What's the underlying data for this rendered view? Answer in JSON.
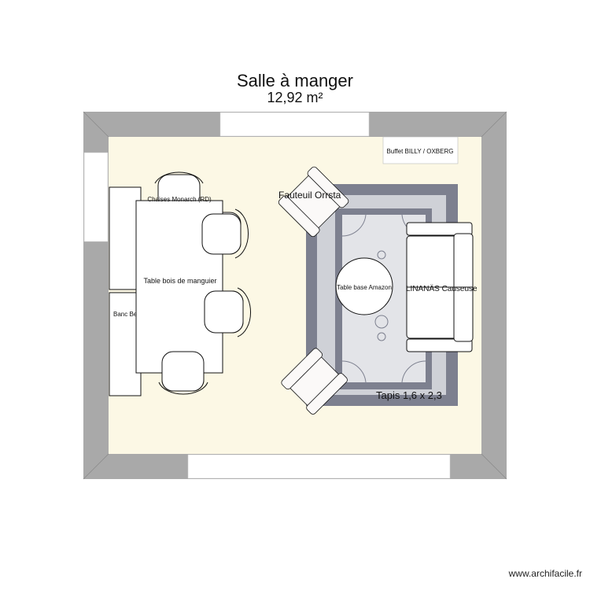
{
  "plan": {
    "room_name": "Salle à manger",
    "area": "12,92 m²",
    "colors": {
      "wall": "#a9a9a9",
      "floor": "#fcf8e5",
      "rug_dark": "#7d808f",
      "rug_light": "#cfd1d7",
      "rug_center": "#e3e4e8"
    },
    "furniture": {
      "buffet": "Buffet BILLY / OXBERG",
      "armchair": "Fauteuil Orrsta",
      "chairs": "Chaises Monarch (RD)",
      "table": "Table bois de manguier",
      "bench": "Banc Be",
      "round_table": "Table base Amazon",
      "sofa": "LINANÄS Causeuse",
      "rug": "Tapis 1,6 x 2,3"
    }
  },
  "watermark": "www.archifacile.fr"
}
